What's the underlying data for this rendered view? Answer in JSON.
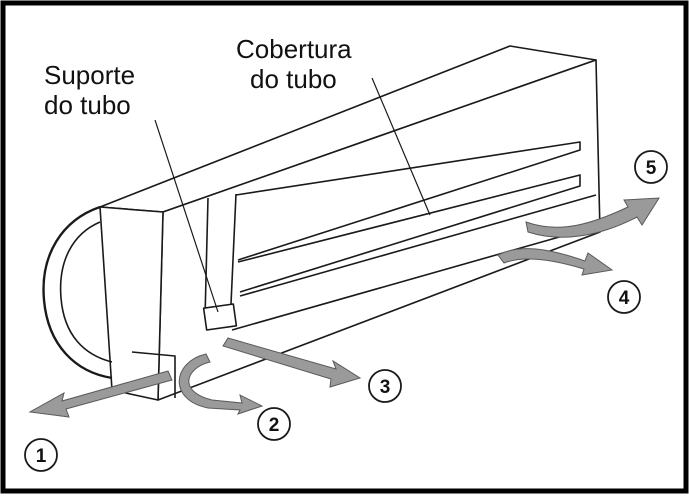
{
  "labels": {
    "pipe_support_line1": "Suporte",
    "pipe_support_line2": "do tubo",
    "pipe_cover_line1": "Cobertura",
    "pipe_cover_line2": "do tubo"
  },
  "directions": [
    "1",
    "2",
    "3",
    "4",
    "5"
  ],
  "colors": {
    "outline": "#1a1a1a",
    "arrow": "#9a9a9a",
    "border": "#000000",
    "background": "#ffffff"
  }
}
